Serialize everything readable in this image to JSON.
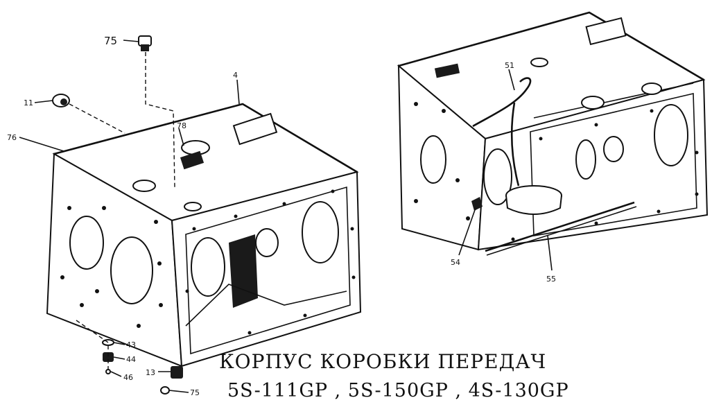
{
  "caption": {
    "title": "КОРПУС  КОРОБКИ  ПЕРЕДАЧ",
    "subtitle": "5S-111GP , 5S-150GP , 4S-130GP"
  },
  "callouts": {
    "c75_top": "75",
    "c11": "11",
    "c76": "76",
    "c4": "4",
    "c78": "78",
    "c43": "43",
    "c44": "44",
    "c46": "46",
    "c13": "13",
    "c75_bottom": "75",
    "c51": "51",
    "c54": "54",
    "c55": "55"
  },
  "colors": {
    "ink": "#111111",
    "paper": "#ffffff"
  }
}
